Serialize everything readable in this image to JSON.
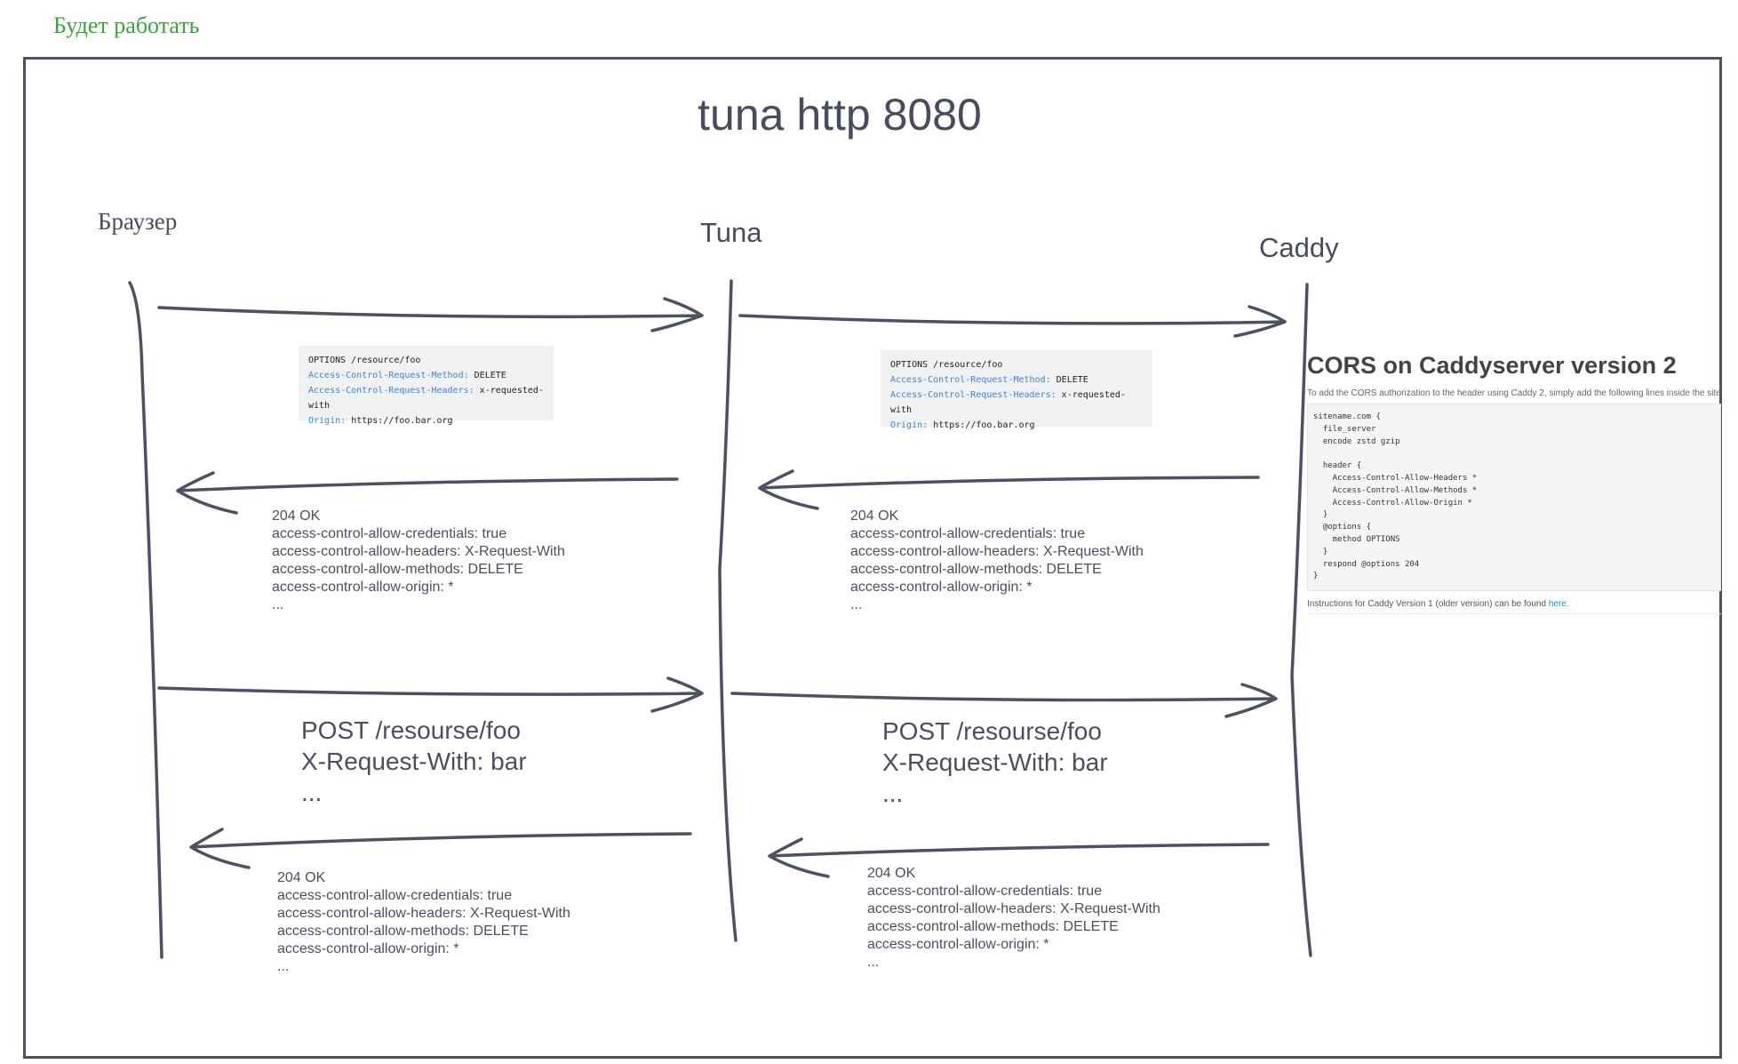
{
  "note": "Будет работать",
  "title": "tuna http 8080",
  "actors": {
    "browser": "Браузер",
    "tuna": "Tuna",
    "caddy": "Caddy"
  },
  "options_request": {
    "line1": "OPTIONS /resource/foo",
    "method_key": "Access-Control-Request-Method:",
    "method_val": "DELETE",
    "headers_key": "Access-Control-Request-Headers:",
    "headers_val": "x-requested-with",
    "origin_key": "Origin:",
    "origin_val": "https://foo.bar.org"
  },
  "response_204": "204 OK\naccess-control-allow-credentials: true\naccess-control-allow-headers: X-Request-With\naccess-control-allow-methods: DELETE\naccess-control-allow-origin: *\n...",
  "post_request": "POST /resourse/foo\nX-Request-With: bar\n...",
  "cors_panel": {
    "heading": "CORS on Caddyserver version 2",
    "description": "To add the CORS authorization to the header using Caddy 2, simply add the following lines inside the site de",
    "code": "sitename.com {\n  file_server\n  encode zstd gzip\n\n  header {\n    Access-Control-Allow-Headers *\n    Access-Control-Allow-Methods *\n    Access-Control-Allow-Origin *\n  }\n  @options {\n    method OPTIONS\n  }\n  respond @options 204\n}",
    "footer": "Instructions for Caddy Version 1 (older version) can be found ",
    "footer_link": "here",
    "footer_end": "."
  },
  "colors": {
    "stroke": "#4d5263",
    "note": "#3aa33a",
    "key": "#3a86d4",
    "link": "#1d8ad6"
  }
}
